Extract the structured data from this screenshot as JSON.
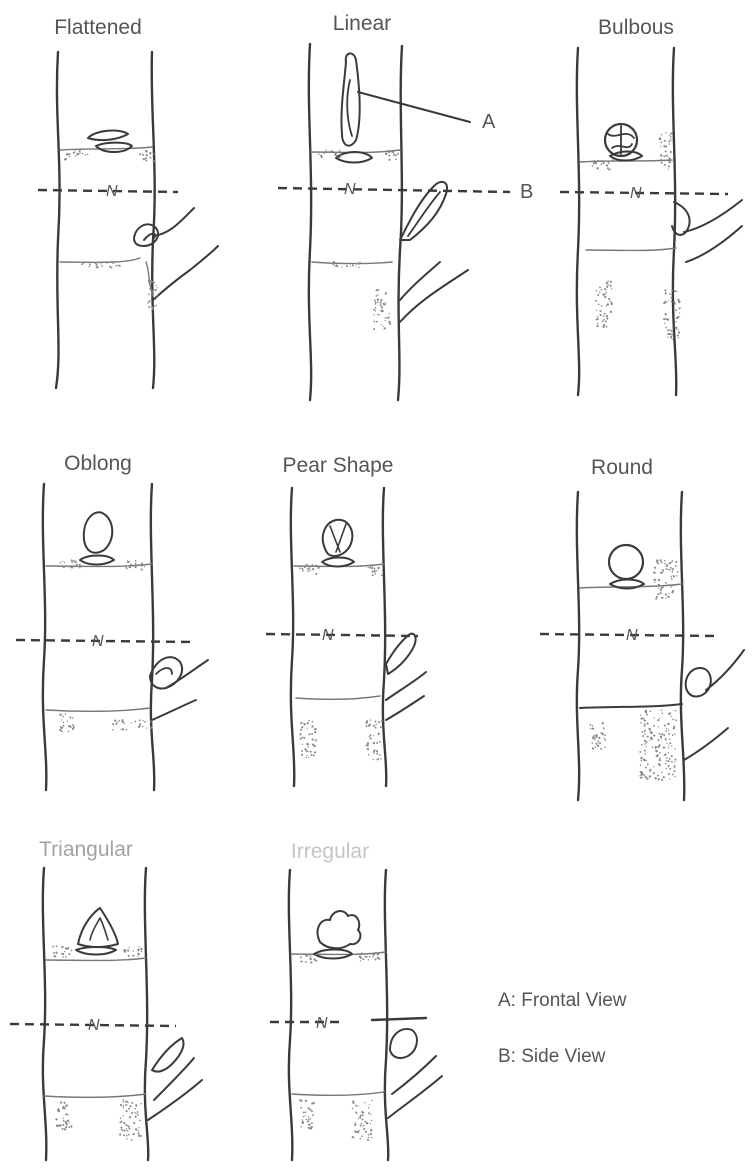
{
  "panels": [
    {
      "title": "Flattened"
    },
    {
      "title": "Linear"
    },
    {
      "title": "Bulbous"
    },
    {
      "title": "Oblong"
    },
    {
      "title": "Pear Shape"
    },
    {
      "title": "Round"
    },
    {
      "title": "Triangular"
    },
    {
      "title": "Irregular"
    }
  ],
  "callouts": {
    "a": "A",
    "b": "B",
    "node": "N"
  },
  "legend": {
    "a": "A: Frontal View",
    "b": "B: Side View"
  }
}
